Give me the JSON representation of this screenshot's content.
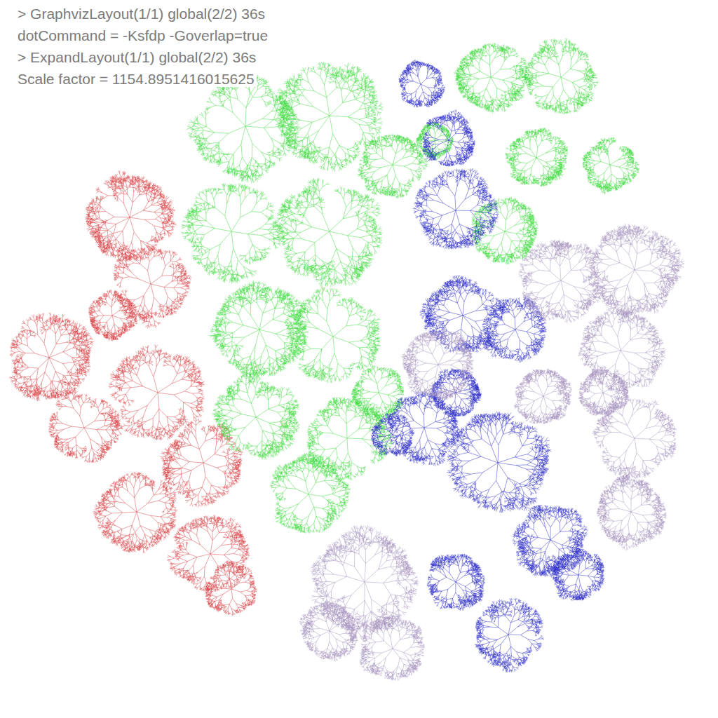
{
  "diagram": {
    "labels": [
      "> GraphvizLayout(1/1) global(2/2) 36s",
      "dotCommand = -Ksfdp -Goverlap=true",
      "> ExpandLayout(1/1) global(2/2) 36s",
      "Scale factor = 1154.8951416015625"
    ]
  }
}
